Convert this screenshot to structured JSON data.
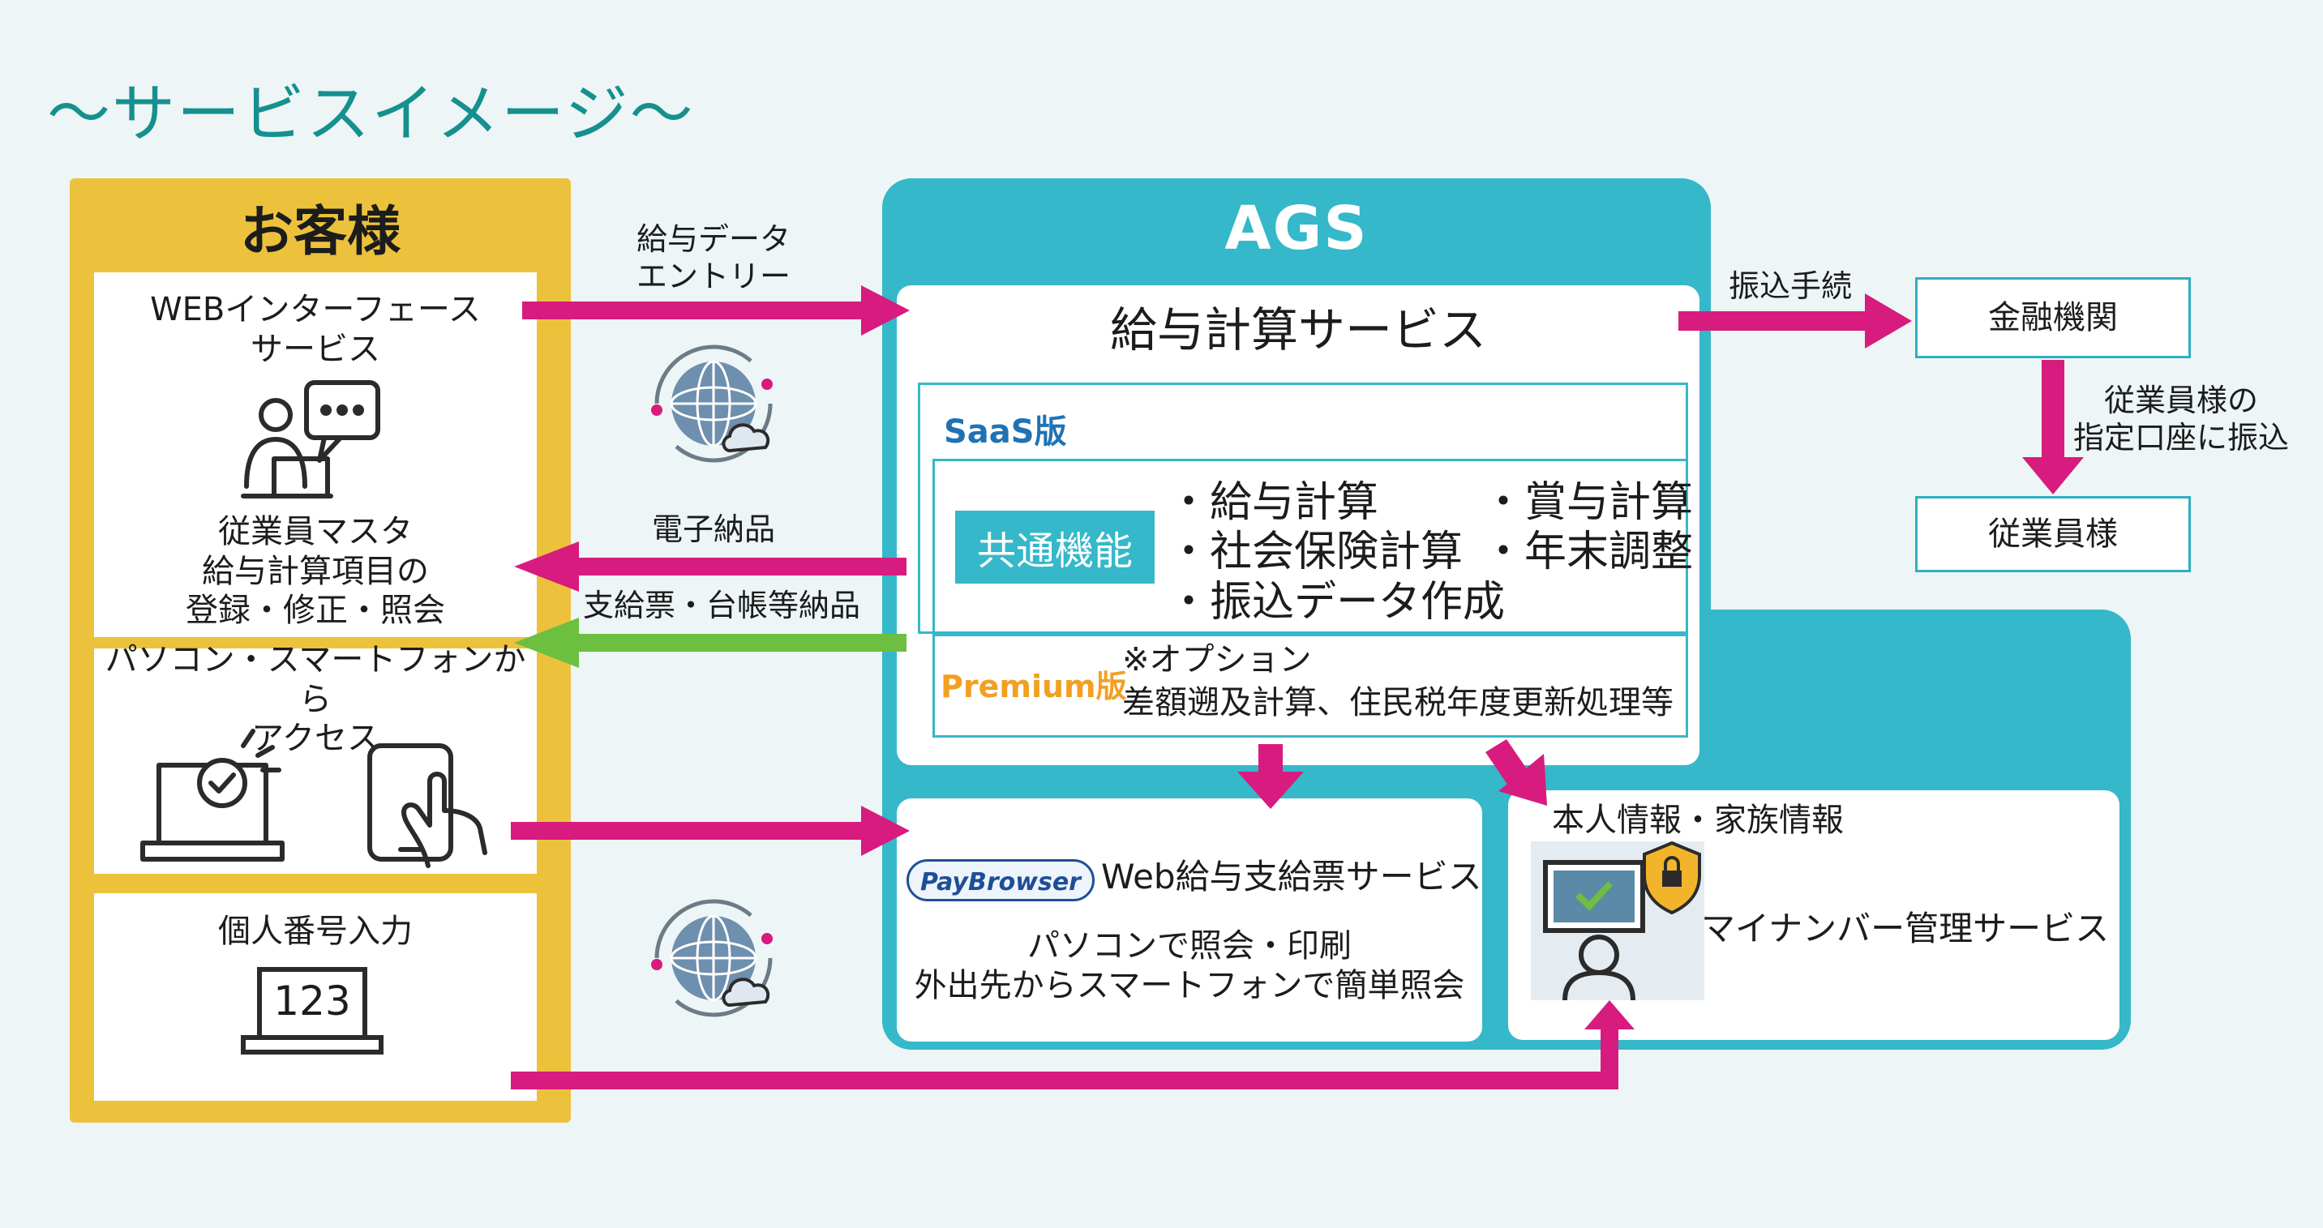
{
  "page_title": "〜サービスイメージ〜",
  "customer": {
    "title": "お客様",
    "web": {
      "title_line1": "WEBインターフェース",
      "title_line2": "サービス",
      "desc_line1": "従業員マスタ",
      "desc_line2": "給与計算項目の",
      "desc_line3": "登録・修正・照会"
    },
    "access": {
      "line1": "パソコン・スマートフォンから",
      "line2": "アクセス"
    },
    "mynumber": {
      "label": "個人番号入力",
      "keypad": "123"
    }
  },
  "flows": {
    "entry_line1": "給与データ",
    "entry_line2": "エントリー",
    "e_delivery": "電子納品",
    "paper_delivery": "支給票・台帳等納品",
    "transfer": "振込手続",
    "deposit_line1": "従業員様の",
    "deposit_line2": "指定口座に振込"
  },
  "ags": {
    "title": "AGS",
    "payroll": {
      "title": "給与計算サービス",
      "saas_label": "SaaS版",
      "common_label": "共通機能",
      "features_col1": [
        "・給与計算",
        "・社会保険計算",
        "・振込データ作成"
      ],
      "features_col2": [
        "・賞与計算",
        "・年末調整"
      ],
      "premium_label": "Premium版",
      "premium_line1": "※オプション",
      "premium_line2": "差額遡及計算、住民税年度更新処理等"
    },
    "paybrowser": {
      "logo": "PayBrowser",
      "title": "Web給与支給票サービス",
      "line1": "パソコンで照会・印刷",
      "line2": "外出先からスマートフォンで簡単照会"
    },
    "mynumber": {
      "info": "本人情報・家族情報",
      "title": "マイナンバー管理サービス"
    }
  },
  "bank": {
    "label": "金融機関"
  },
  "employee": {
    "label": "従業員様"
  },
  "colors": {
    "customer": "#ecc23c",
    "ags": "#35b8c9",
    "arrow_magenta": "#d81b7f",
    "arrow_green": "#6cbf3f",
    "title_teal": "#15908f",
    "saas_blue": "#1f73b5",
    "premium_orange": "#f1a023"
  }
}
